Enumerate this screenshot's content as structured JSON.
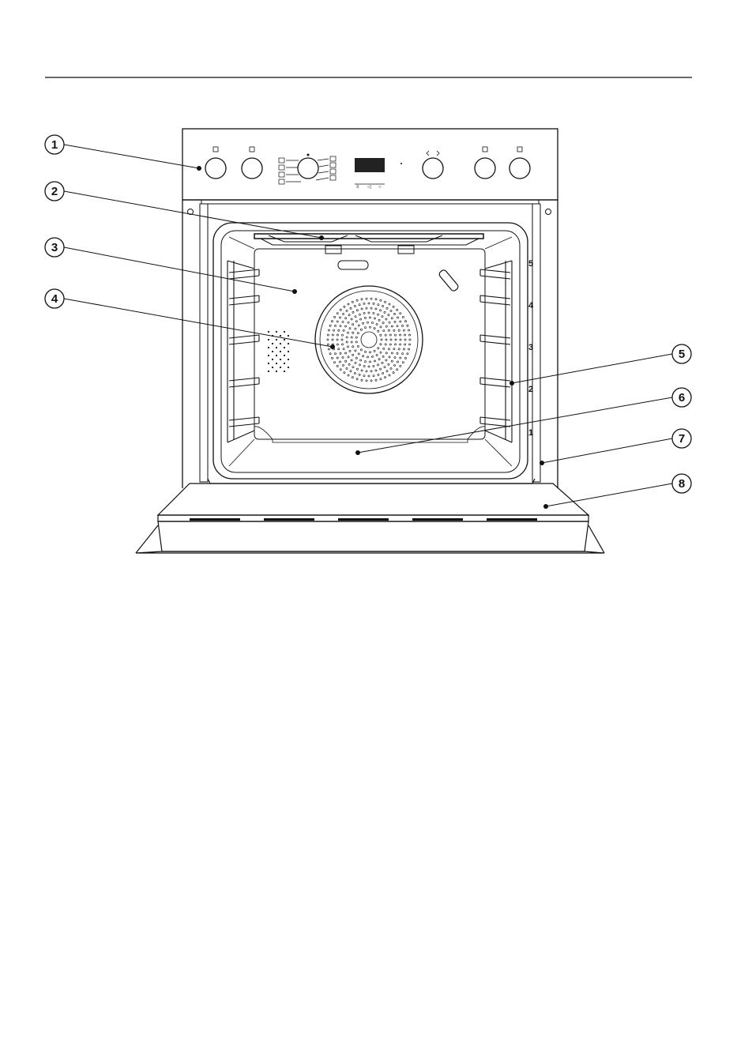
{
  "callouts": [
    {
      "number": "1",
      "part": "control-panel"
    },
    {
      "number": "2",
      "part": "top-heating-element"
    },
    {
      "number": "3",
      "part": "back-panel"
    },
    {
      "number": "4",
      "part": "fan-cover"
    },
    {
      "number": "5",
      "part": "side-runners"
    },
    {
      "number": "6",
      "part": "oven-floor"
    },
    {
      "number": "7",
      "part": "front-frame"
    },
    {
      "number": "8",
      "part": "oven-door"
    }
  ],
  "shelf_levels": [
    "5",
    "4",
    "3",
    "2",
    "1"
  ],
  "colors": {
    "line": "#111111",
    "display": "#222222",
    "background": "#ffffff"
  }
}
